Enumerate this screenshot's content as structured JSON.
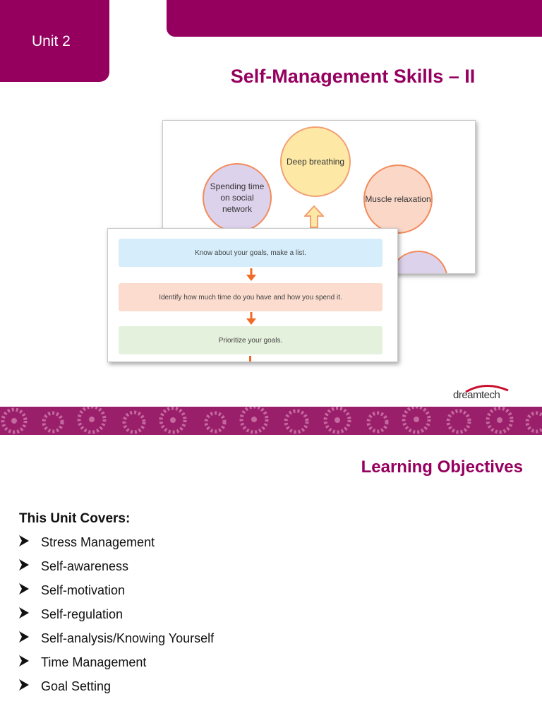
{
  "header": {
    "unit_label": "Unit 2",
    "title": "Self-Management Skills – II"
  },
  "diagram": {
    "circles": [
      "Deep breathing",
      "Muscle relaxation",
      "Spending time on social network"
    ],
    "steps": [
      "Know about your goals, make a list.",
      "Identify how much time do you have and how you spend it.",
      "Prioritize your goals."
    ]
  },
  "logo": {
    "text": "dreamtech"
  },
  "colors": {
    "brand": "#95005f",
    "band": "#9a1f6b"
  },
  "objectives": {
    "title": "Learning Objectives",
    "intro": "This Unit Covers:",
    "items": [
      "Stress Management",
      "Self-awareness",
      "Self-motivation",
      "Self-regulation",
      "Self-analysis/Knowing Yourself",
      "Time Management",
      "Goal Setting"
    ]
  }
}
